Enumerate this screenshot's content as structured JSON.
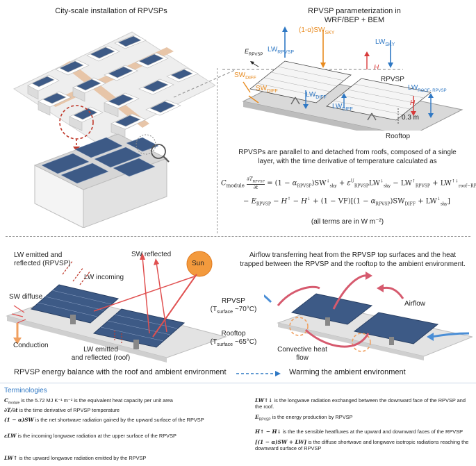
{
  "panel_a": {
    "title": "City-scale installation of RPVSPs"
  },
  "panel_b": {
    "title_line1": "RPVSP parameterization in",
    "title_line2": "WRF/BEP + BEM",
    "labels": {
      "e_rpvsp": "E",
      "e_sub": "RPVSP",
      "lw_rpvsp": "LW",
      "lw_rpvsp_sub": "RPVSP",
      "sw_sky": "(1-α)SW",
      "sw_sky_sub": "SKY",
      "lw_sky": "LW",
      "lw_sky_sub": "SKY",
      "h": "H",
      "sw_diff": "SW",
      "sw_diff_sub": "DIFF",
      "sw_diff2": "SW",
      "sw_diff2_sub": "DIFF",
      "lw_diff": "LW",
      "lw_diff_sub": "DIFF",
      "lw_diff2": "LW",
      "lw_diff2_sub": "DIFF",
      "rpvsp": "RPVSP",
      "lw_roof": "LW",
      "lw_roof_sub": "ROOF- RPVSP",
      "h2": "H",
      "gap": "0.3 m",
      "rooftop": "Rooftop"
    },
    "desc_line1": "RPVSPs are parallel to and detached from roofs, composed of a single",
    "desc_line2": "layer, with the time derivative of temperature calculated as",
    "units_note": "(all terms are in W m⁻²)"
  },
  "panel_c": {
    "lw_emitted_reflected": "LW emitted and",
    "lw_emitted_reflected2": "reflected (RPVSP)",
    "lw_incoming": "LW incoming",
    "sw_reflected": "SW reflected",
    "sun": "Sun",
    "sw_diffuse": "SW diffuse",
    "conduction": "Conduction",
    "lw_roof1": "LW emitted",
    "lw_roof2": "and reflected (roof)",
    "caption": "RPVSP energy balance with the roof and ambient environment"
  },
  "panel_d": {
    "title_line1": "Airflow transferring heat from the RPVSP top surfaces and the heat",
    "title_line2": "trapped between the RPVSP and the rooftop to the ambient environment.",
    "rpvsp": "RPVSP",
    "rpvsp_temp": "(T",
    "rpvsp_temp_sub": "surface",
    "rpvsp_temp_val": " ~70°C)",
    "rooftop": "Rooftop",
    "rooftop_temp": "(T",
    "rooftop_temp_sub": "surface",
    "rooftop_temp_val": " ~65°C)",
    "airflow": "Airflow",
    "convective1": "Convective heat",
    "convective2": "flow",
    "legend": "Warming the ambient environment"
  },
  "terminologies": {
    "title": "Terminologies",
    "c_module": " is the 5.72 MJ K⁻¹ m⁻² is the equivalent heat capacity per unit area",
    "dT": " is the time derivative of RPVSP temperature",
    "sw_net": " is the net shortwave radiation gained by the upward surface of the RPVSP",
    "lw_in": " is the incoming longwave radiation at the upper surface of the RPVSP",
    "lw_up": " is the upward longwave radiation emitted by the RPVSP",
    "lw_roof": " is the longwave radiation exchanged between the downward face of the RPVSP and the roof.",
    "e": " is the energy production by RPVSP",
    "h": " is the the sensible heatfluxes at the upward and downward faces of the RPVSP",
    "diff": " is the diffuse shortwave and longwave isotropic radiations reaching the downward surface of RPVSP"
  },
  "colors": {
    "blue": "#2f78c4",
    "orange": "#e88a1e",
    "red": "#d83a3a",
    "panel": "#3d5a86",
    "roof_gray": "#d9d9d9"
  }
}
